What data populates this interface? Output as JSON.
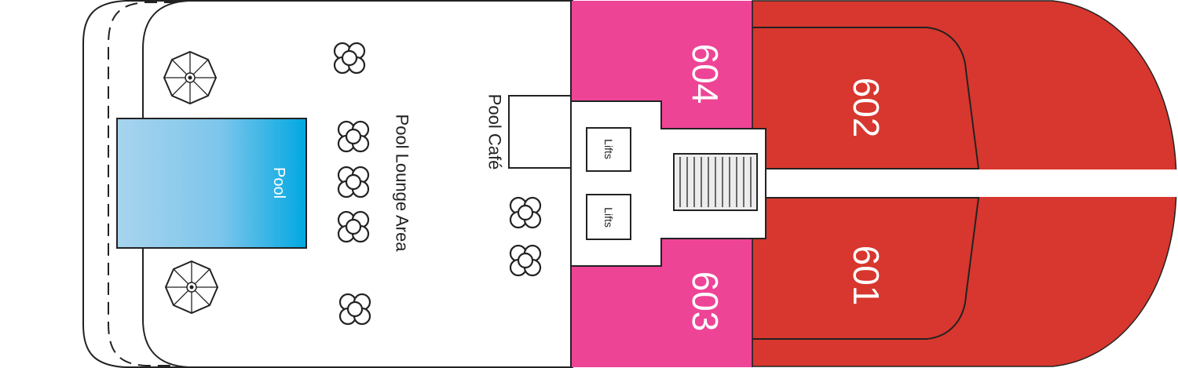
{
  "deck": {
    "colors": {
      "suite_red": "#d7372e",
      "cabin_pink": "#ee4496",
      "pool_light": "#a8d4ee",
      "pool_dark": "#00a8e2",
      "outline": "#222222",
      "background": "#ffffff"
    },
    "cabins": [
      {
        "number": "604",
        "category": "pink"
      },
      {
        "number": "603",
        "category": "pink"
      },
      {
        "number": "602",
        "category": "red"
      },
      {
        "number": "601",
        "category": "red"
      }
    ],
    "labels": {
      "pool": "Pool",
      "pool_lounge_area": "Pool Lounge Area",
      "pool_cafe": "Pool Café",
      "lifts_upper": "Lifts",
      "lifts_lower": "Lifts"
    },
    "icons": {
      "umbrella": "umbrella-icon",
      "lounge_chair_group": "lounge-chairs-icon",
      "stairs": "stairs-icon"
    }
  }
}
